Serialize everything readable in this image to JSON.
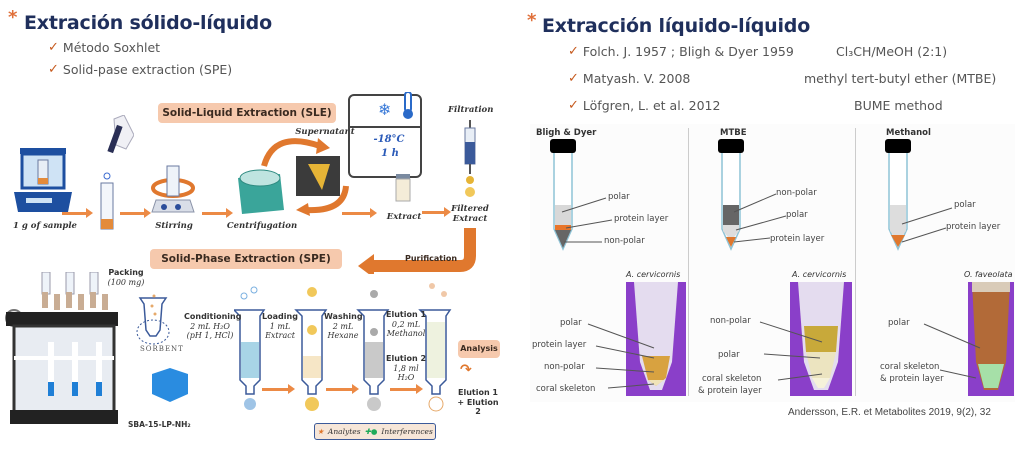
{
  "left": {
    "title": "Extración sólido-líquido",
    "bullets": [
      "Método  Soxhlet",
      "Solid-pase extraction (SPE)"
    ],
    "sle": {
      "banner": "Solid-Liquid Extraction (SLE)",
      "steps": {
        "sample": "1 g of sample",
        "stirring": "Stirring",
        "centrifugation": "Centrifugation",
        "supernatant": "Supernatant",
        "fridge_temp": "-18°C",
        "fridge_time": "1 h",
        "extract": "Extract",
        "filtration": "Filtration",
        "filtered_extract_1": "Filtered",
        "filtered_extract_2": "Extract"
      },
      "purification": "Purification"
    },
    "spe": {
      "banner": "Solid-Phase Extraction (SPE)",
      "packing_title": "Packing",
      "packing_amount": "(100 mg)",
      "sorbent": "SORBENT",
      "sorbent_name": "SBA-15-LP-NH₂",
      "conditioning": {
        "title": "Conditioning",
        "l1": "2 mL H₂O",
        "l2": "(pH 1, HCl)"
      },
      "loading": {
        "title": "Loading",
        "l1": "1 mL",
        "l2": "Extract"
      },
      "washing": {
        "title": "Washing",
        "l1": "2 mL",
        "l2": "Hexane"
      },
      "elution1": {
        "title": "Elution 1",
        "l1": "0,2 mL",
        "l2": "Methanol"
      },
      "elution2": {
        "title": "Elution 2",
        "l1": "1,8 ml",
        "l2": "H₂O"
      },
      "analysis": "Analysis",
      "combined_1": "Elution 1",
      "combined_2": "+ Elution 2",
      "legend_analytes": "Analytes",
      "legend_interferences": "Interferences"
    }
  },
  "right": {
    "title": "Extracción líquido-líquido",
    "bullets": [
      {
        "ref": "Folch. J. 1957 ; Bligh & Dyer 1959",
        "method": "Cl₃CH/MeOH (2:1)"
      },
      {
        "ref": " Matyash. V. 2008",
        "method": "methyl tert-butyl ether (MTBE)"
      },
      {
        "ref": "Löfgren, L. et al. 2012",
        "method": "BUME method"
      }
    ],
    "columns": [
      {
        "name": "Bligh & Dyer",
        "tube_labels": [
          "polar",
          "protein layer",
          "non-polar"
        ],
        "species": "A. cervicornis",
        "photo_labels": [
          "polar",
          "protein layer",
          "non-polar",
          "coral skeleton"
        ]
      },
      {
        "name": "MTBE",
        "tube_labels": [
          "non-polar",
          "polar",
          "protein layer"
        ],
        "species": "A. cervicornis",
        "photo_labels": [
          "non-polar",
          "polar",
          "coral skeleton",
          "& protein layer"
        ]
      },
      {
        "name": "Methanol",
        "tube_labels": [
          "polar",
          "protein layer"
        ],
        "species": "O. faveolata",
        "photo_labels": [
          "polar",
          "coral skeleton",
          "& protein layer"
        ]
      }
    ],
    "citation": "Andersson, E.R. et Metabolites 2019, 9(2), 32"
  },
  "colors": {
    "title": "#1f2f5c",
    "accent": "#e0703a",
    "check": "#c65a1e",
    "banner": "#f6c9ad",
    "purple": "#8a3fc9"
  }
}
